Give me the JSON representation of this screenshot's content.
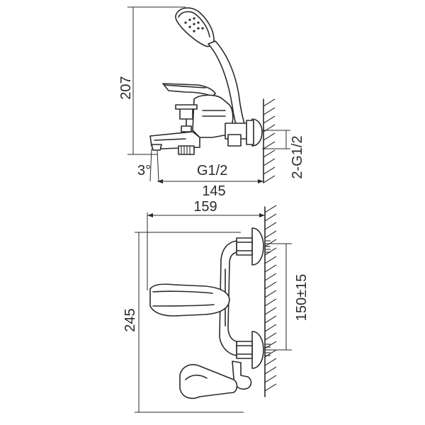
{
  "dimensions": {
    "side_height": "207",
    "angle": "3°",
    "inlet_thread": "G1/2",
    "projection_side": "145",
    "wall_thread": "2-G1/2",
    "projection_top": "159",
    "top_height": "245",
    "centers": "150±15"
  }
}
